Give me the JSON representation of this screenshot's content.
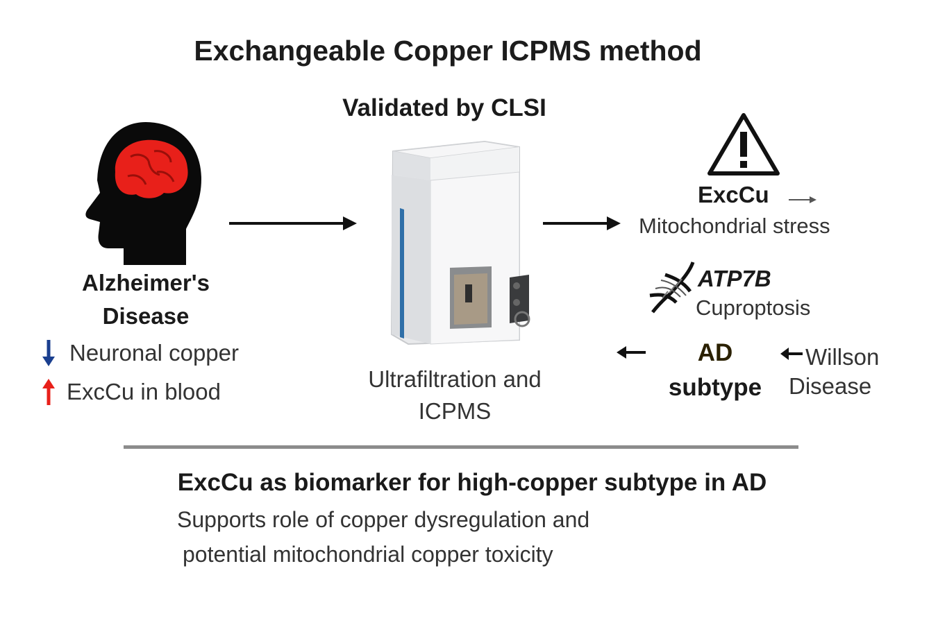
{
  "title": "Exchangeable Copper ICPMS method",
  "subtitle": "Validated by CLSI",
  "left": {
    "disease_line1": "Alzheimer's",
    "disease_line2": "Disease",
    "note1": "Neuronal copper",
    "note2": "ExcCu in blood"
  },
  "center": {
    "caption_line1": "Ultrafiltration  and",
    "caption_line2": "ICPMS"
  },
  "right": {
    "excu": "ExcCu",
    "mito": "Mitochondrial stress",
    "gene": "ATP7B",
    "cuproptosis": "Cuproptosis",
    "ad": "AD",
    "subtype": "subtype",
    "willson": "Willson",
    "disease": "Disease"
  },
  "bottom": {
    "title": "ExcCu as biomarker for high-copper subtype in AD",
    "line1": "Supports role of copper dysregulation  and",
    "line2": "potential mitochondrial copper toxicity"
  },
  "colors": {
    "brain": "#e8201a",
    "down_arrow": "#1a3f8f",
    "up_arrow": "#e8201a",
    "instrument_accent": "#2f6fa8"
  }
}
